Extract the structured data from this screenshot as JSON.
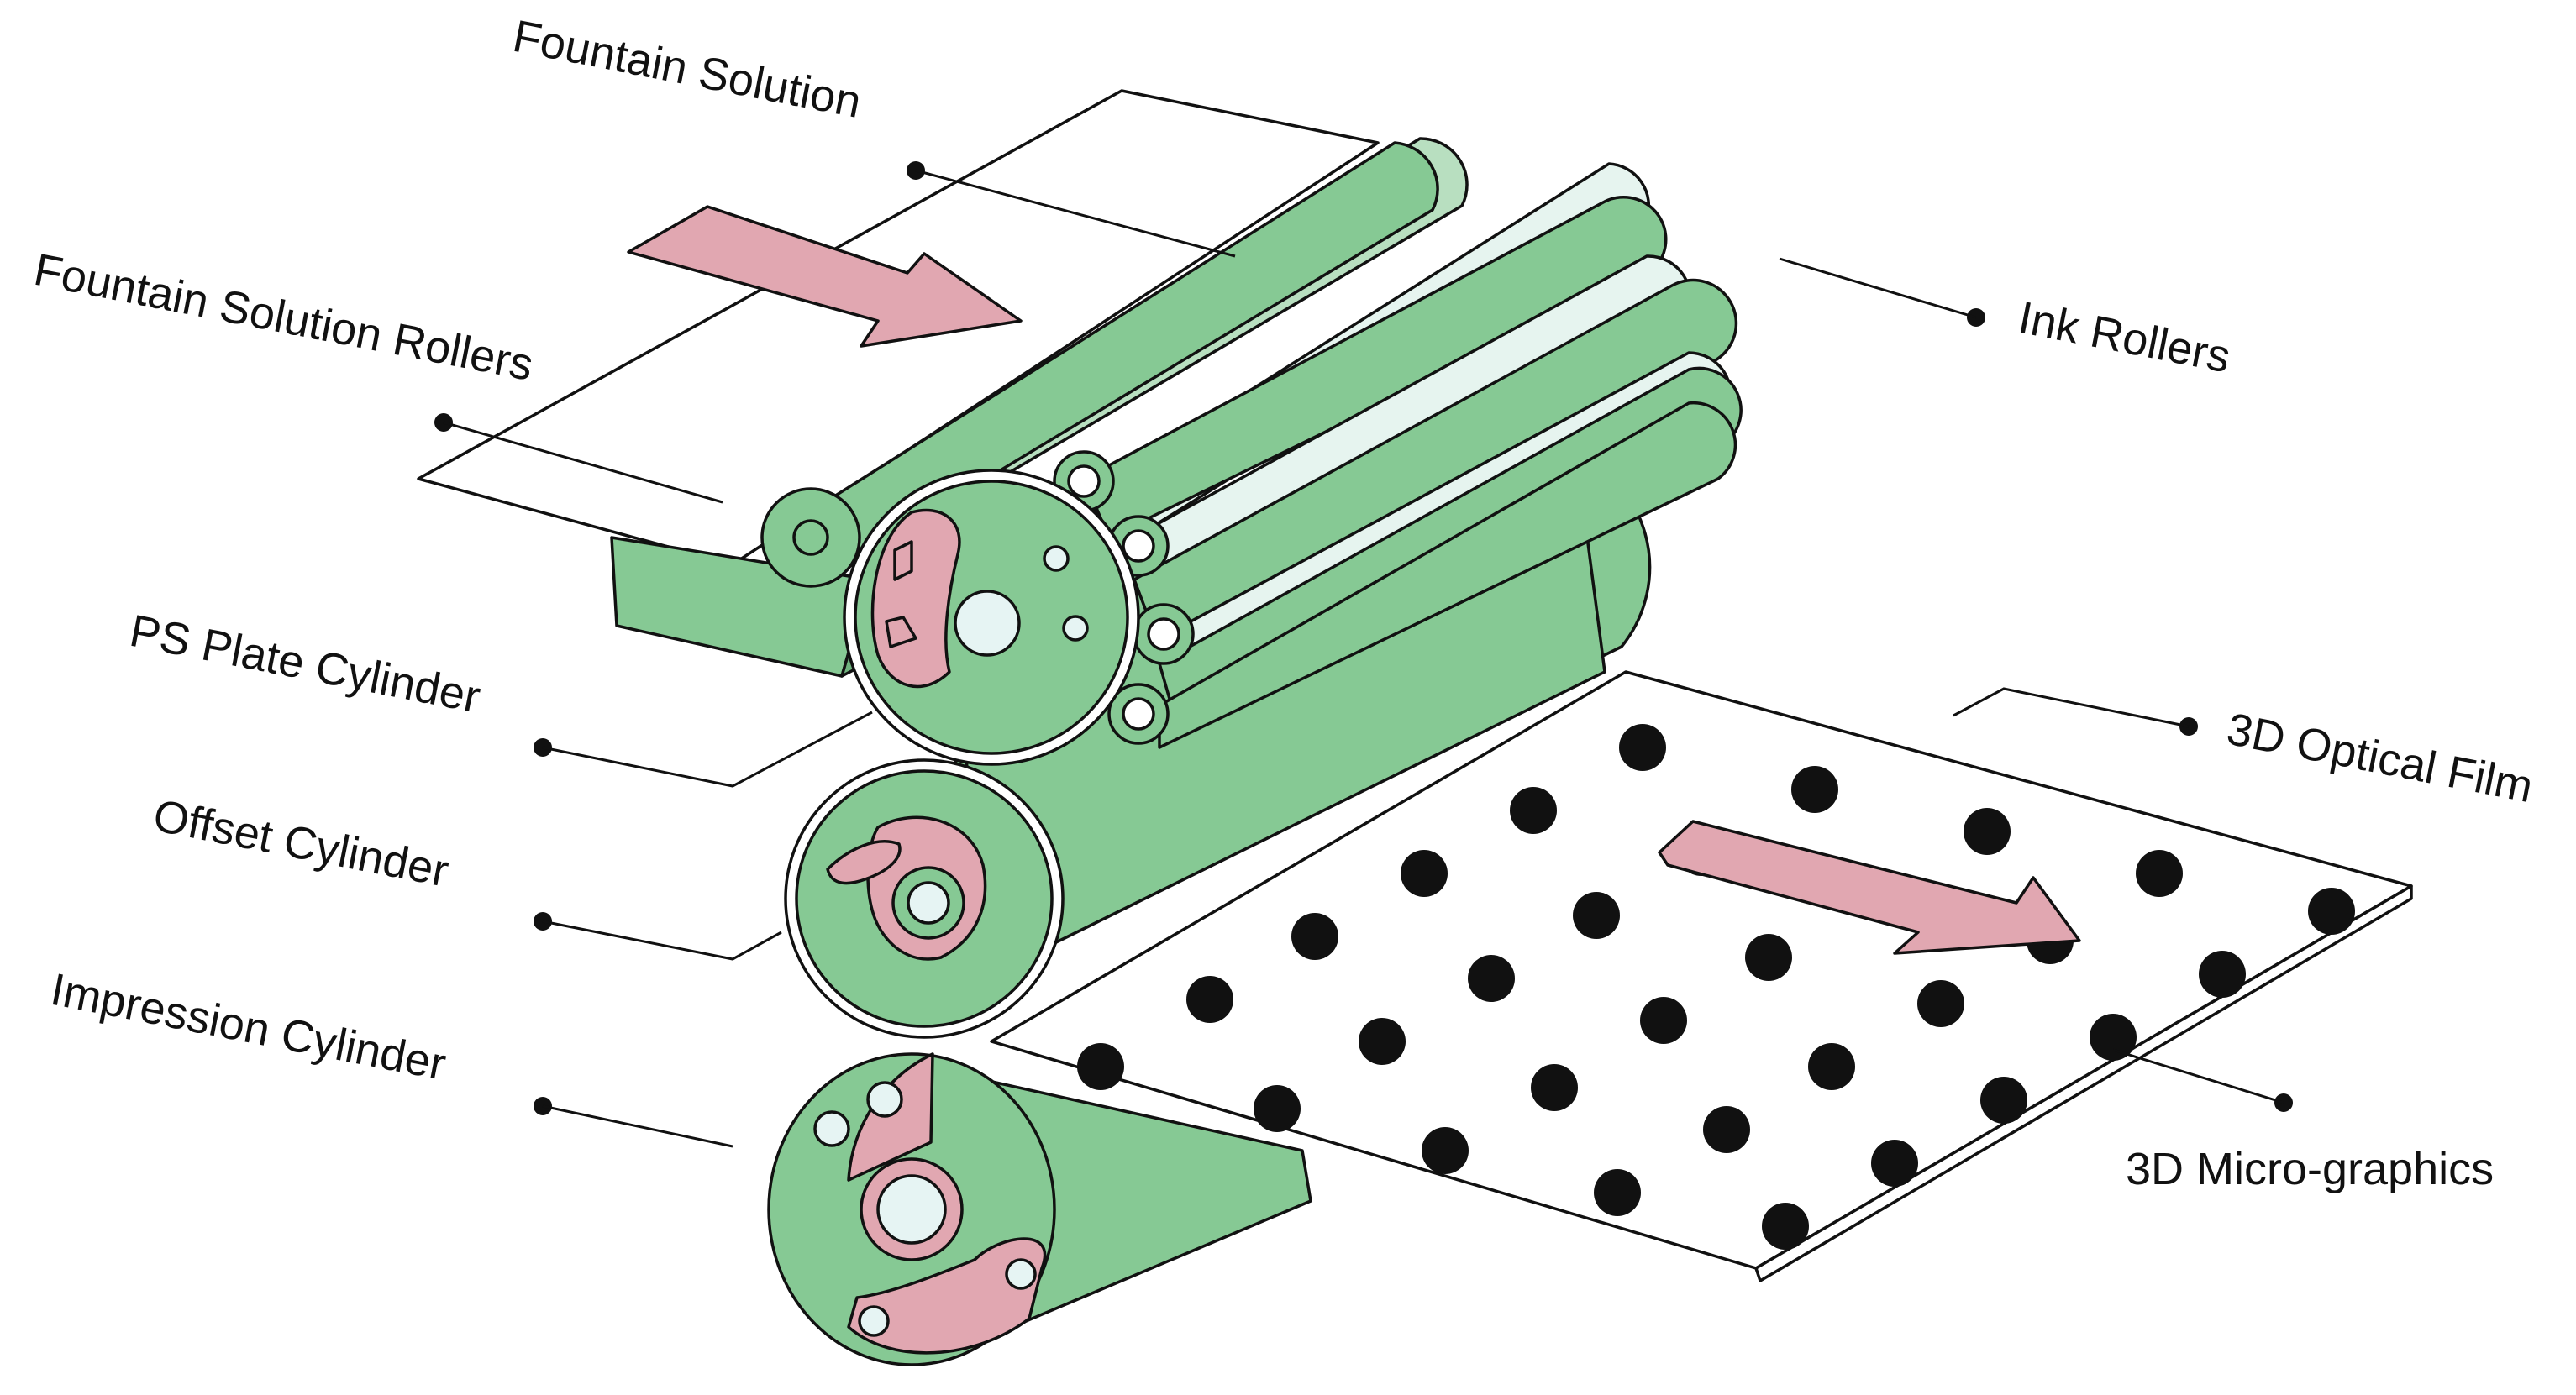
{
  "labels": {
    "fountain_solution": "Fountain Solution",
    "fountain_solution_rollers": "Fountain Solution Rollers",
    "ink_rollers": "Ink Rollers",
    "ps_plate_cylinder": "PS Plate Cylinder",
    "offset_cylinder": "Offset Cylinder",
    "impression_cylinder": "Impression Cylinder",
    "optical_film": "3D Optical Film",
    "micro_graphics": "3D Micro-graphics"
  },
  "colors": {
    "roller_green": "#86c994",
    "roller_light": "#e6f4ef",
    "pink": "#e1a7b1",
    "hub": "#e6f4f3",
    "outline": "#111111"
  }
}
